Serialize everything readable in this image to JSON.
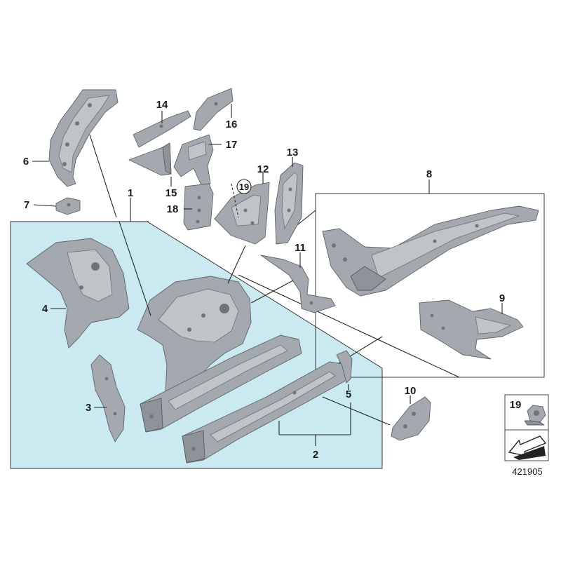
{
  "callouts": [
    {
      "id": "1",
      "label": "1"
    },
    {
      "id": "2",
      "label": "2"
    },
    {
      "id": "3",
      "label": "3"
    },
    {
      "id": "4",
      "label": "4"
    },
    {
      "id": "5",
      "label": "5"
    },
    {
      "id": "6",
      "label": "6"
    },
    {
      "id": "7",
      "label": "7"
    },
    {
      "id": "8",
      "label": "8"
    },
    {
      "id": "9",
      "label": "9"
    },
    {
      "id": "10",
      "label": "10"
    },
    {
      "id": "11",
      "label": "11"
    },
    {
      "id": "12",
      "label": "12"
    },
    {
      "id": "13",
      "label": "13"
    },
    {
      "id": "14",
      "label": "14"
    },
    {
      "id": "15",
      "label": "15"
    },
    {
      "id": "16",
      "label": "16"
    },
    {
      "id": "17",
      "label": "17"
    },
    {
      "id": "18",
      "label": "18"
    },
    {
      "id": "19",
      "label": "19"
    }
  ],
  "legend": {
    "part_label": "19"
  },
  "reference_number": "421905",
  "colors": {
    "group_panel": "#cbe9f0",
    "part_metal": "#a3a9ae",
    "line": "#222222"
  }
}
